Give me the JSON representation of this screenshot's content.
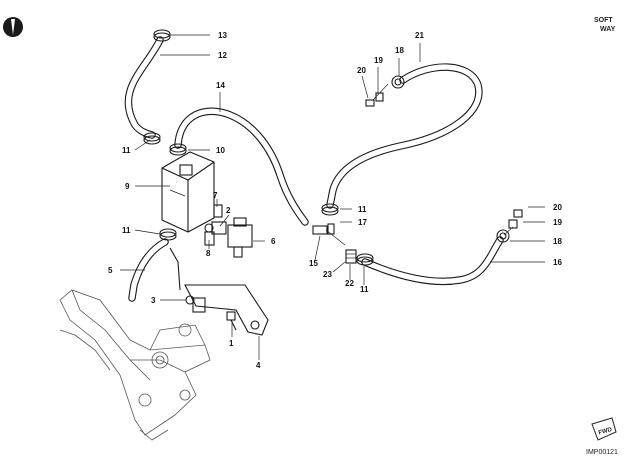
{
  "brand": {
    "line1": "SOFT",
    "line2": "WAY"
  },
  "image_code": "IMP00121",
  "fwd_label": "FWD",
  "callouts": [
    "1",
    "2",
    "3",
    "4",
    "5",
    "6",
    "7",
    "8",
    "9",
    "10",
    "11",
    "12",
    "13",
    "14",
    "15",
    "16",
    "17",
    "18",
    "19",
    "20",
    "21",
    "22",
    "23"
  ]
}
